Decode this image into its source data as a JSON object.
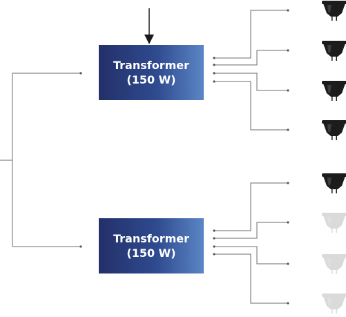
{
  "transformers": [
    {
      "label_line1": "Transformer",
      "label_line2": "(150 W)"
    },
    {
      "label_line1": "Transformer",
      "label_line2": "(150 W)"
    }
  ],
  "lamps": [
    {
      "state": "on"
    },
    {
      "state": "on"
    },
    {
      "state": "on"
    },
    {
      "state": "on"
    },
    {
      "state": "on"
    },
    {
      "state": "off"
    },
    {
      "state": "off"
    },
    {
      "state": "off"
    }
  ],
  "colors": {
    "wire": "#6b6b6b",
    "box_dark": "#233069",
    "box_light": "#5b86c6",
    "lamp_on": "#1c1c1c",
    "lamp_off": "#dadada"
  }
}
